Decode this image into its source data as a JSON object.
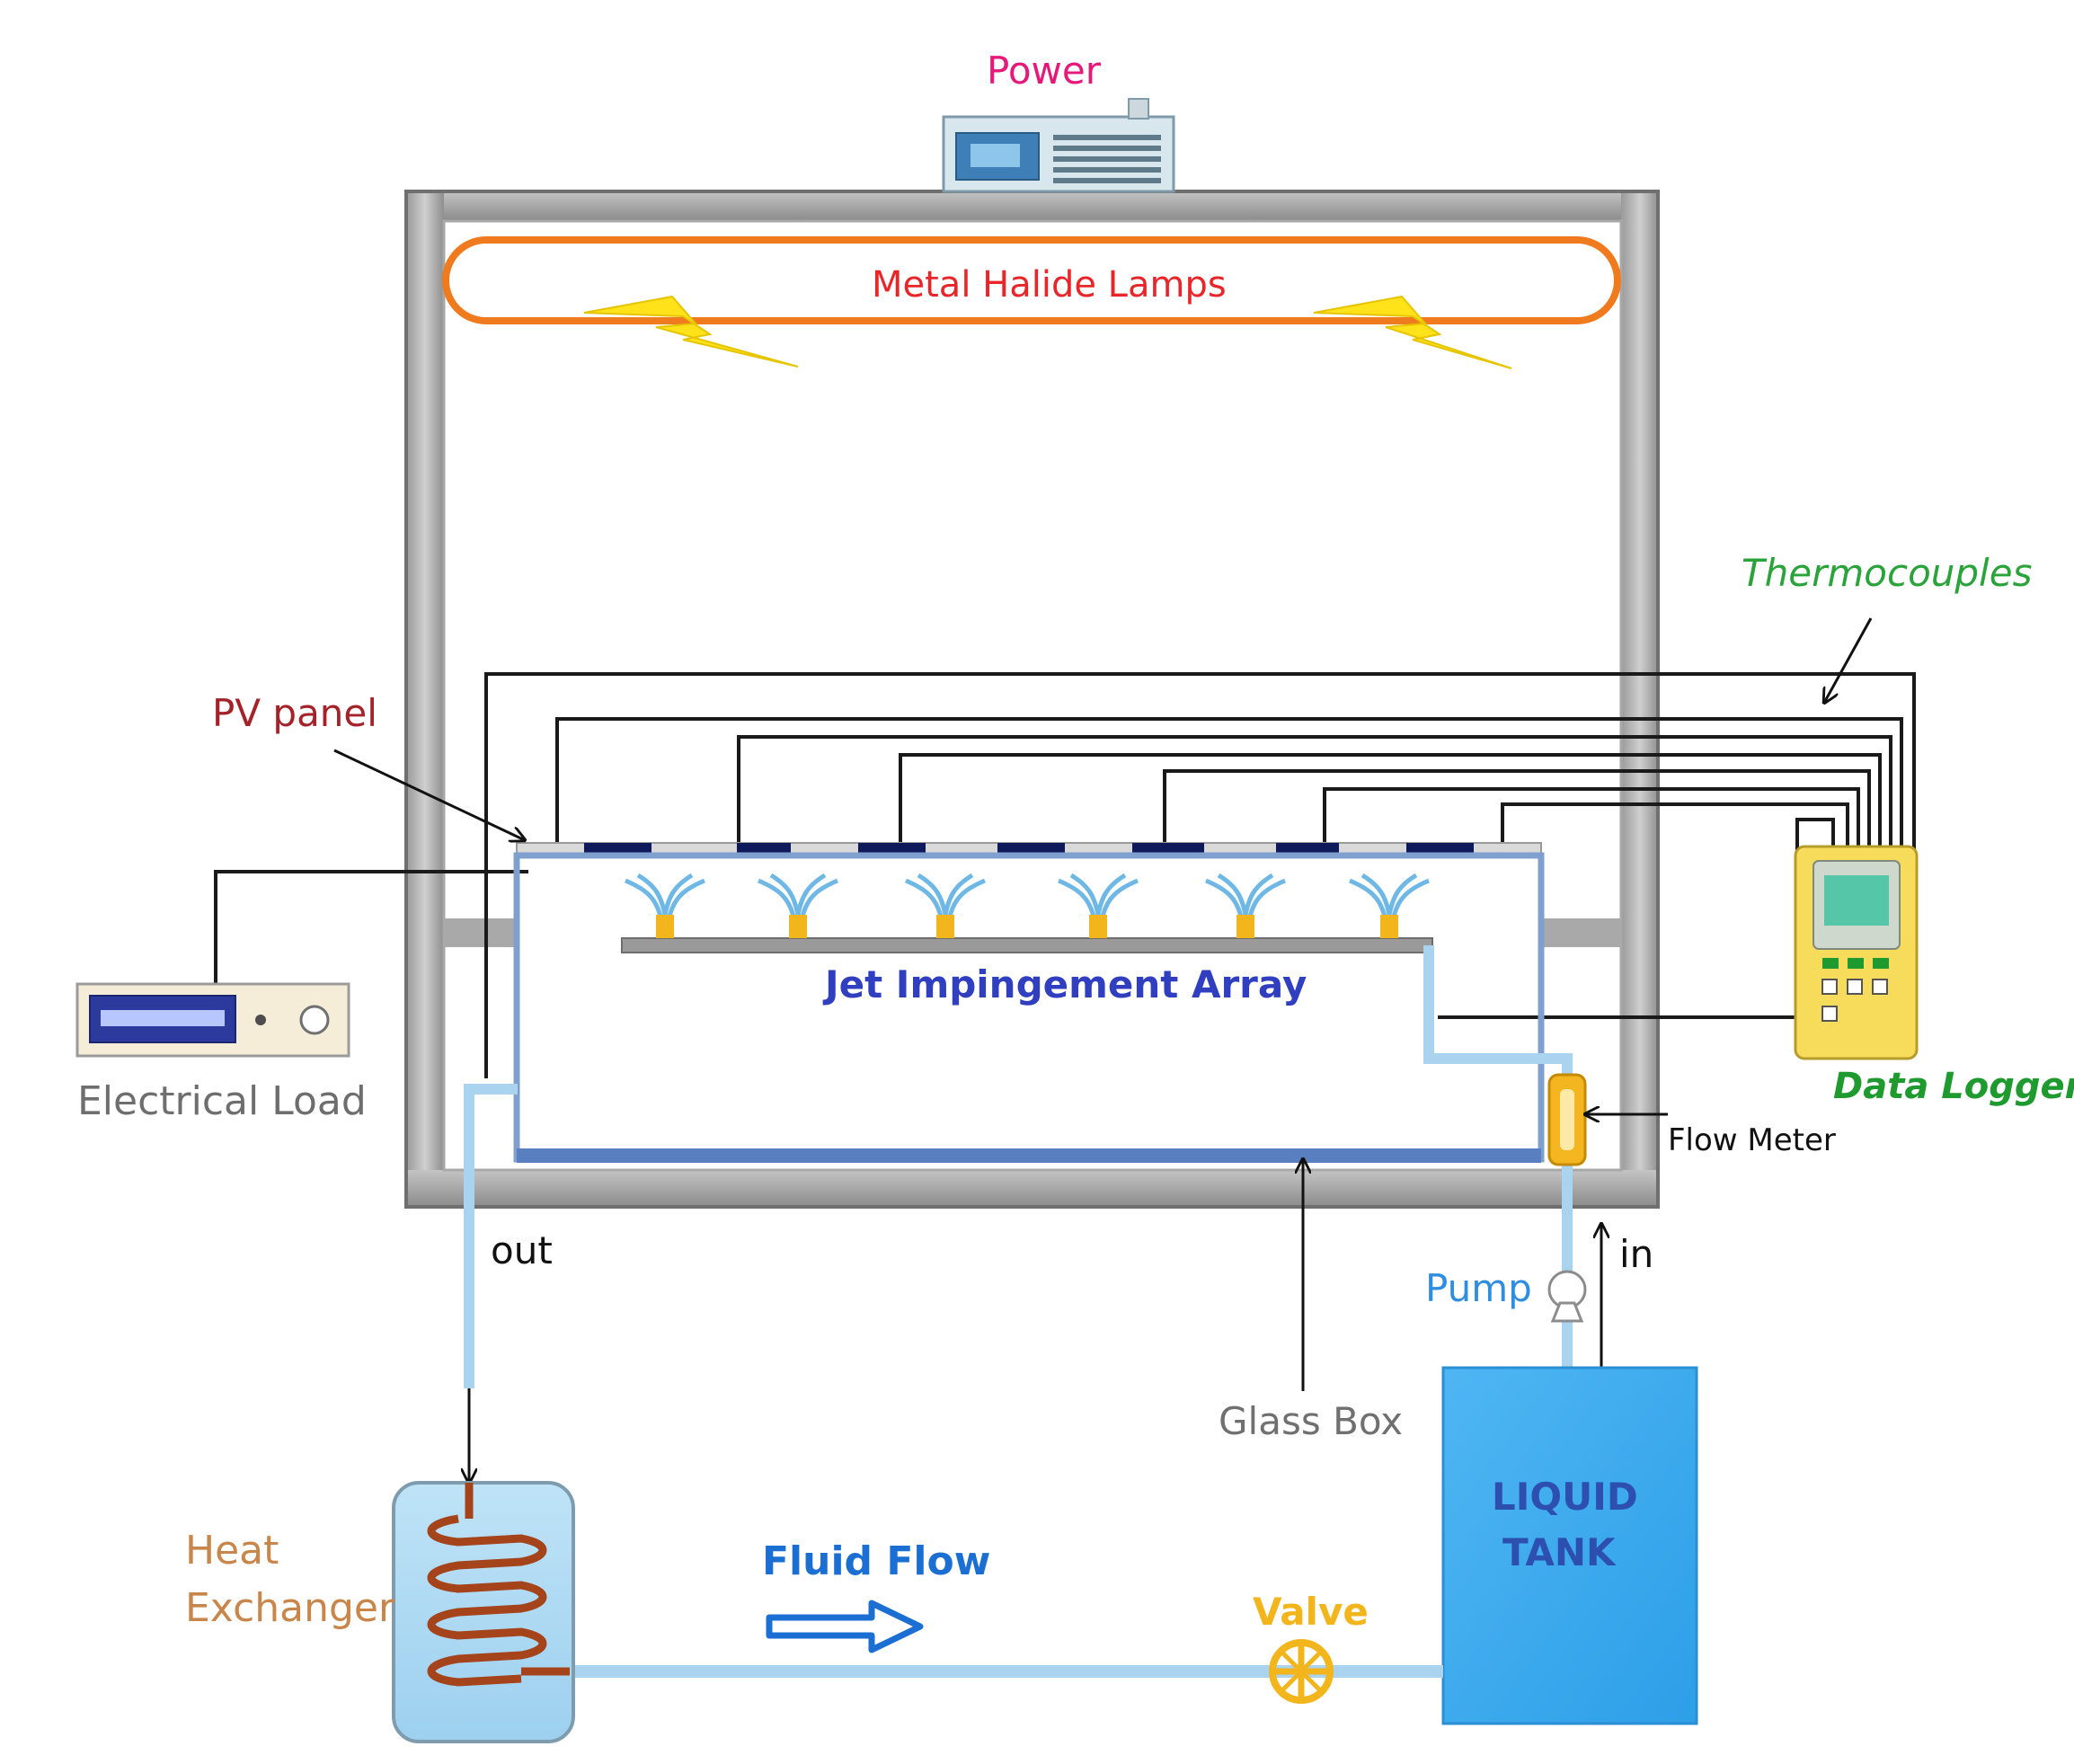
{
  "labels": {
    "power": "Power",
    "lamps": "Metal Halide Lamps",
    "thermocouples": "Thermocouples",
    "pv_panel": "PV panel",
    "jet_array": "Jet Impingement Array",
    "electrical_load": "Electrical Load",
    "data_logger": "Data Logger",
    "flow_meter": "Flow Meter",
    "out": "out",
    "in": "in",
    "pump": "Pump",
    "glass_box": "Glass Box",
    "heat_exchanger_1": "Heat",
    "heat_exchanger_2": "Exchanger",
    "fluid_flow": "Fluid Flow",
    "valve": "Valve",
    "tank_1": "LIQUID",
    "tank_2": "TANK"
  },
  "colors": {
    "power": "#e6197a",
    "lamps_text": "#e8262a",
    "lamps_ring": "#f07a1e",
    "lightning": "#ffe21a",
    "thermocouples": "#2aa33a",
    "pv_panel": "#a4232a",
    "jet_array": "#2f3fbf",
    "electrical_load": "#6e6e6e",
    "data_logger": "#1e9a2e",
    "glass_box": "#707070",
    "heat_exchanger": "#c8864a",
    "fluid_flow": "#1b6fd3",
    "valve": "#f2b51c",
    "tank": "#3aa8ef",
    "tank_text": "#2c4fb0",
    "pump": "#2f8ee0",
    "frame": "#8f8f8f",
    "pipe": "#a9d3ee"
  },
  "icons": [
    "power-supply-icon",
    "lightning-icon",
    "nozzle-icon",
    "electrical-load-icon",
    "data-logger-icon",
    "flow-meter-icon",
    "pump-icon",
    "valve-icon",
    "heat-exchanger-coil-icon",
    "liquid-tank-icon",
    "arrow-icon"
  ]
}
